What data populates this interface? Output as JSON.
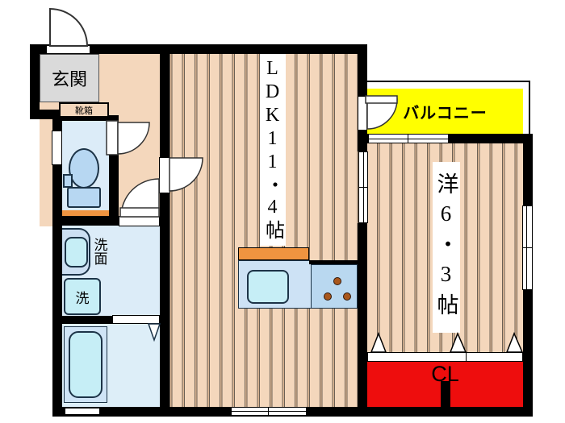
{
  "floorplan": {
    "entrance_label": "玄関",
    "shoe_box_label": "靴箱",
    "ldk_label": "LDK11・4帖",
    "western_room_label": "洋6・3帖",
    "balcony_label": "バルコニー",
    "closet_label": "CL",
    "washroom_label": "洗面",
    "washing_machine_label": "洗",
    "colors": {
      "wall": "#000000",
      "wood_floor": "#f4d7bc",
      "wet_room": "#dcecf8",
      "fixture_blue": "#b7d7f2",
      "fixture_cyan": "#c6eef6",
      "threshold_orange": "#ef9440",
      "balcony_yellow": "#ffff00",
      "closet_red": "#ee0d0d",
      "entrance_gray": "#dadada"
    }
  }
}
